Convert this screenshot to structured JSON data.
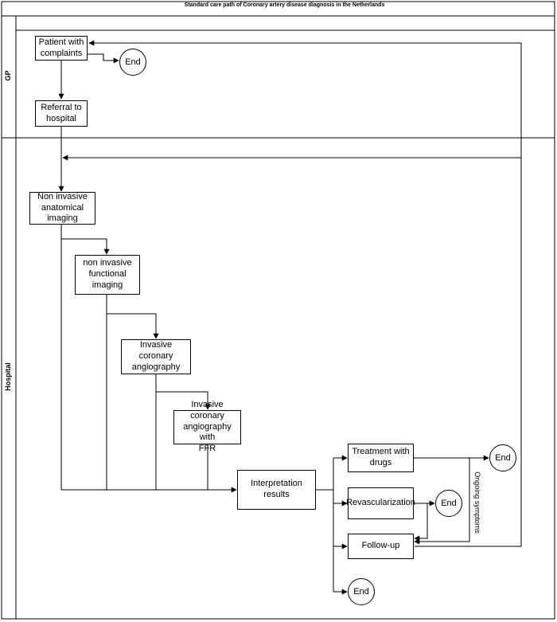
{
  "diagram": {
    "title": "Standard care path of Coronary artery disease diagnosis in the Netherlands",
    "lanes": {
      "gp": "GP",
      "hospital": "Hospital"
    },
    "nodes": {
      "patient_with_complaints": "Patient with\ncomplaints",
      "referral_to_hospital": "Referral to\nhospital",
      "non_invasive_anatomical_imaging": "Non invasive\nanatomical\nimaging",
      "non_invasive_functional_imaging": "non invasive\nfunctional imaging",
      "invasive_coronary_angiography": "Invasive coronary\nangiography",
      "invasive_coronary_angiography_ffr": "Invasive coronary\nangiography with\nFFR",
      "interpretation_results": "Interpretation results",
      "treatment_with_drugs": "Treatment with\ndrugs",
      "revascularization": "Revascularization",
      "follow_up": "Follow-up",
      "end": "End"
    },
    "edge_labels": {
      "ongoing_symptoms": "Ongoing symptoms"
    }
  }
}
